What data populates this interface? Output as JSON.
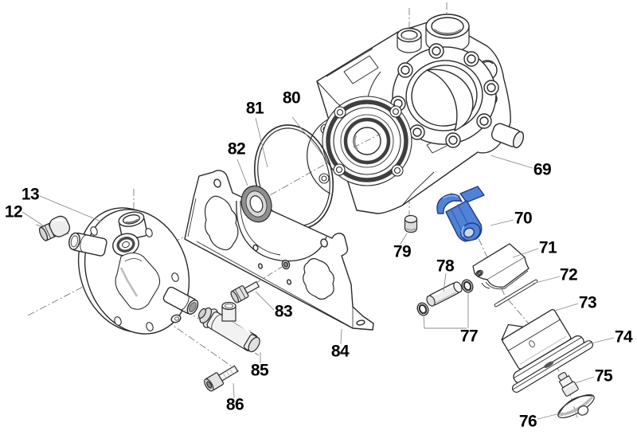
{
  "diagram": {
    "type": "exploded-parts-diagram",
    "labels": [
      {
        "number": "12"
      },
      {
        "number": "13"
      },
      {
        "number": "69"
      },
      {
        "number": "70"
      },
      {
        "number": "71"
      },
      {
        "number": "72"
      },
      {
        "number": "73"
      },
      {
        "number": "74"
      },
      {
        "number": "75"
      },
      {
        "number": "76"
      },
      {
        "number": "77"
      },
      {
        "number": "78"
      },
      {
        "number": "79"
      },
      {
        "number": "80"
      },
      {
        "number": "81"
      },
      {
        "number": "82"
      },
      {
        "number": "83"
      },
      {
        "number": "84"
      },
      {
        "number": "85"
      },
      {
        "number": "86"
      }
    ]
  },
  "colors": {
    "highlight_blue": "#5082d6",
    "highlight_blue_dark": "#1f3c86",
    "line_color": "#2a2a2a",
    "leader_color": "#8c8c8c",
    "background": "#ffffff"
  }
}
